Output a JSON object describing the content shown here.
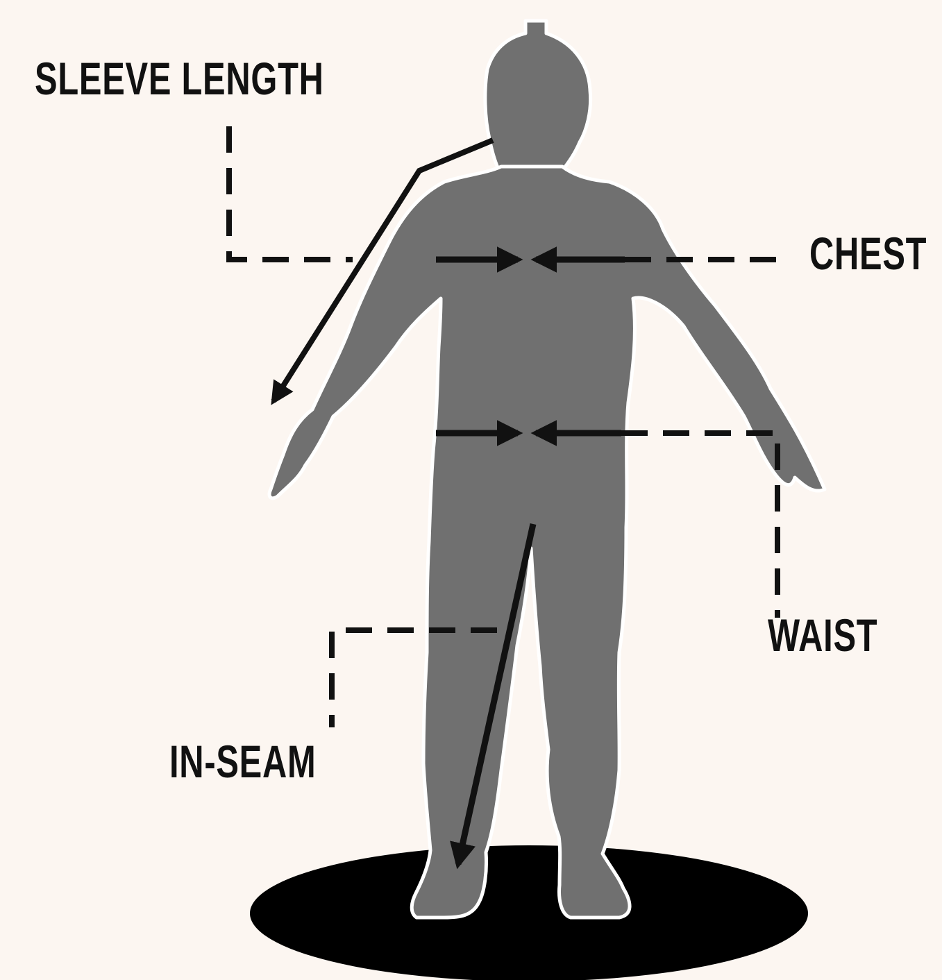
{
  "labels": {
    "sleeve_length": "SLEEVE LENGTH",
    "chest": "CHEST",
    "waist": "WAIST",
    "in_seam": "IN-SEAM"
  },
  "icons": {
    "figure": "human-silhouette-icon",
    "floor": "floor-shadow-ellipse",
    "sleeve_arrow": "sleeve-measure-arrow",
    "chest_arrows": "chest-measure-arrows",
    "waist_arrows": "waist-measure-arrows",
    "inseam_arrow": "inseam-measure-arrow"
  },
  "colors": {
    "background": "#fcf6f1",
    "silhouette": "#707070",
    "silhouette_outline": "#ffffff",
    "ink": "#111111",
    "floor_shadow": "#000000"
  }
}
